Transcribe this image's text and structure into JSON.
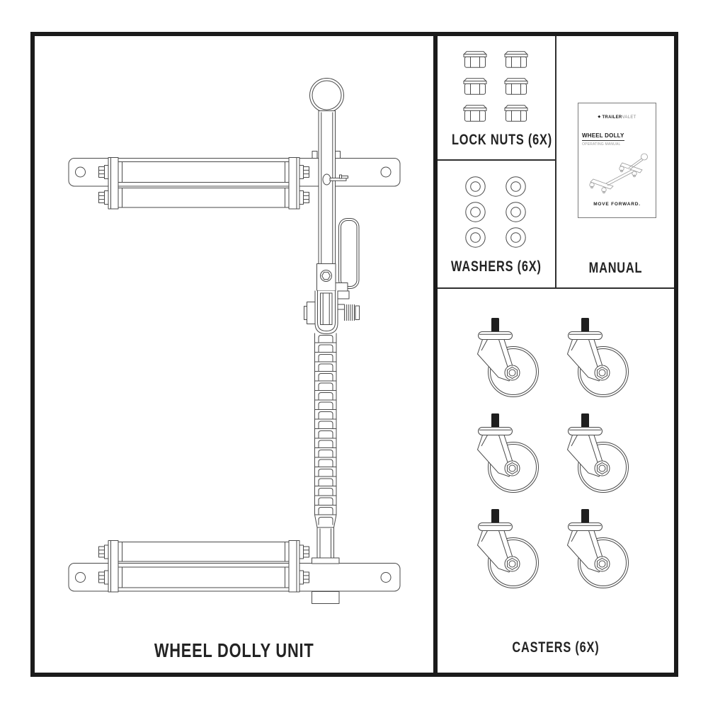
{
  "panels": {
    "dolly": {
      "label": "WHEEL DOLLY UNIT"
    },
    "lock_nuts": {
      "label": "LOCK NUTS (6X)",
      "count": 6
    },
    "washers": {
      "label": "WASHERS (6X)",
      "count": 6
    },
    "manual": {
      "label": "MANUAL",
      "cover": {
        "brand_icon_glyph": "◆",
        "brand_bold": "TRAILER",
        "brand_light": "VALET",
        "title": "WHEEL DOLLY",
        "subtitle": "OPERATING MANUAL",
        "tagline": "MOVE FORWARD."
      }
    },
    "casters": {
      "label": "CASTERS (6X)",
      "count": 6
    }
  },
  "colors": {
    "frame": "#1b1b1b",
    "line": "#4a4a4a",
    "label": "#232323"
  }
}
